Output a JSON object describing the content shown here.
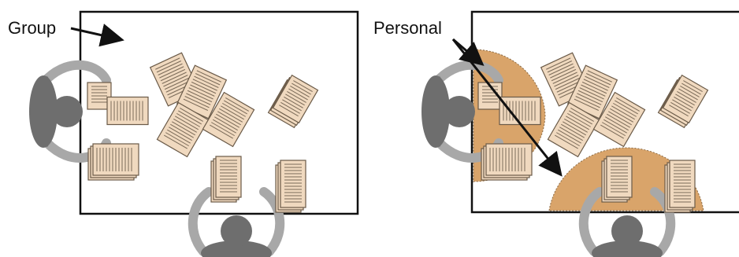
{
  "labels": {
    "group": "Group",
    "personal": "Personal"
  },
  "colors": {
    "paper_fill": "#f0d9bf",
    "paper_stroke": "#6a5a48",
    "paper_lines": "#7a6a58",
    "personal_zone": "#d9a46a",
    "person_dark": "#6e6e6e",
    "person_arm": "#a8a8a8",
    "table_border": "#111111"
  },
  "panels": [
    {
      "id": "group-panel",
      "shows_personal_zones": false
    },
    {
      "id": "personal-panel",
      "shows_personal_zones": true
    }
  ]
}
